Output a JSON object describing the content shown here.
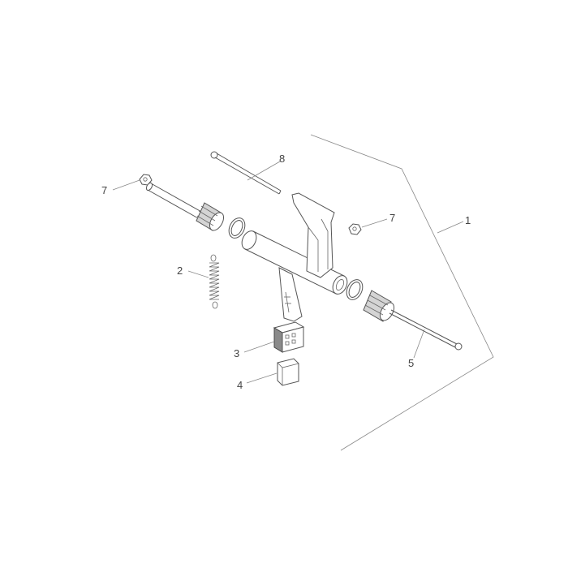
{
  "diagram": {
    "callouts": {
      "c1": "1",
      "c2": "2",
      "c3": "3",
      "c4": "4",
      "c5": "5",
      "c7a": "7",
      "c7b": "7",
      "c8": "8"
    }
  }
}
